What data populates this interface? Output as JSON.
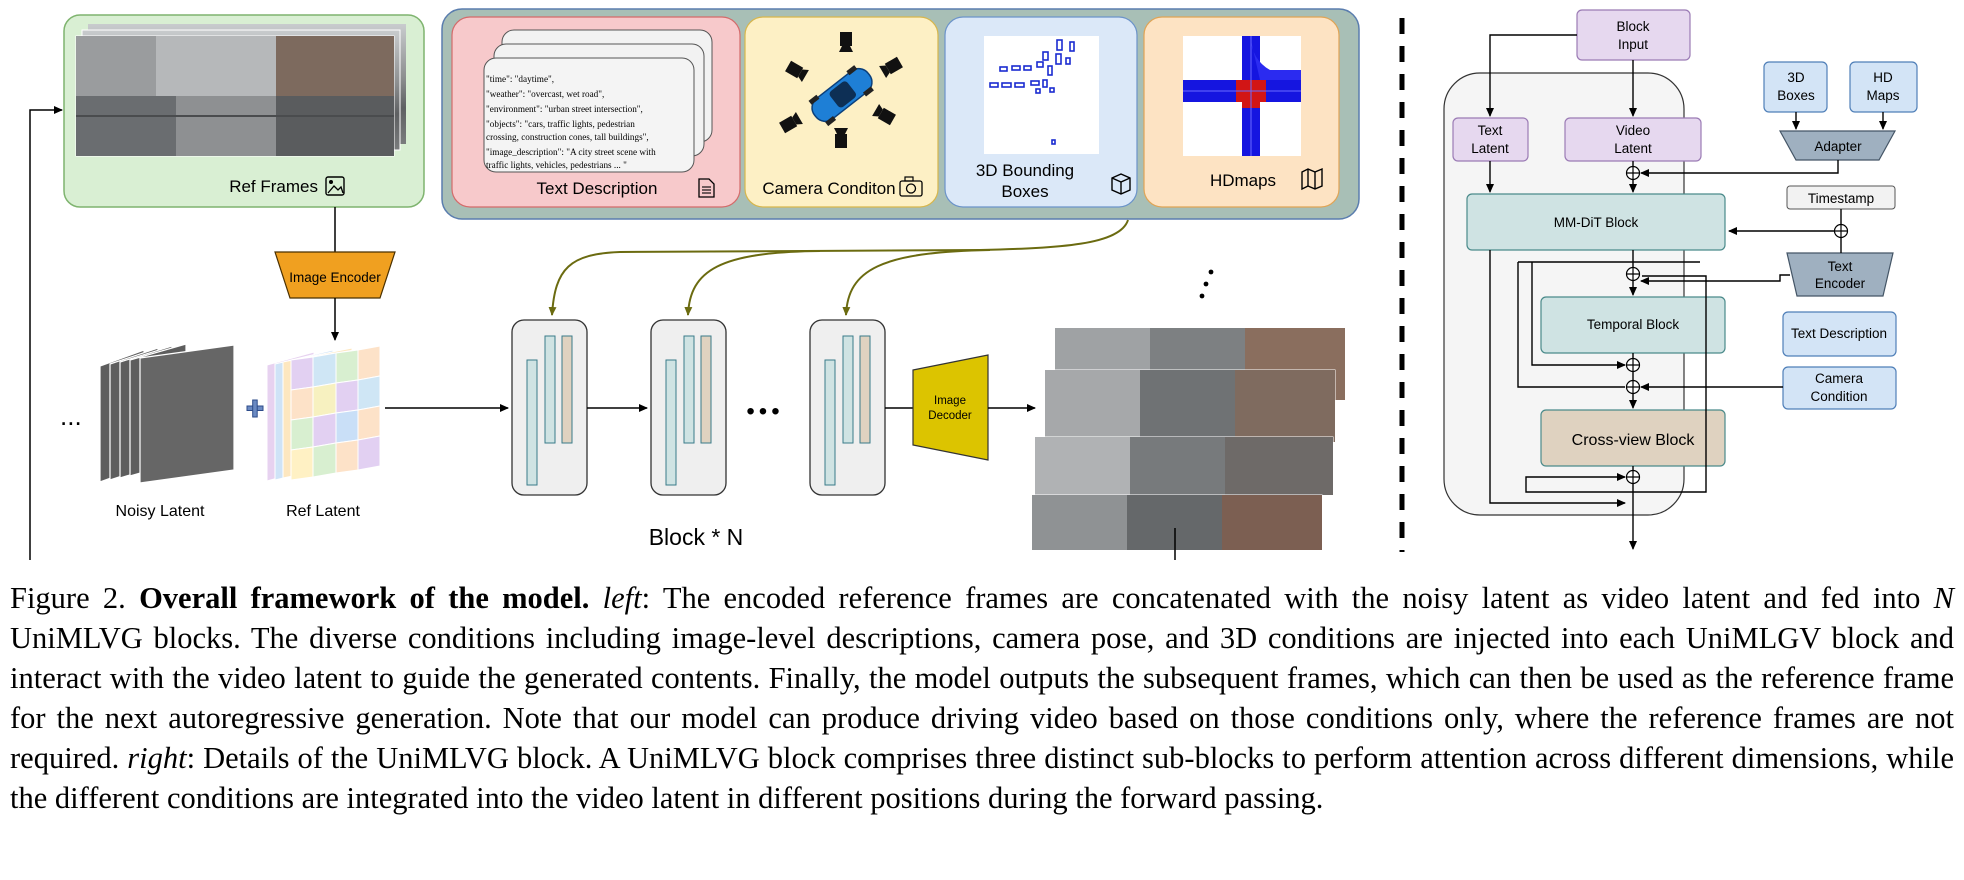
{
  "left": {
    "ref_frames_label": "Ref Frames",
    "text_description": {
      "lines": [
        "\"time\": \"daytime\",",
        "\"weather\": \"overcast, wet road\",",
        "\"environment\": \"urban street intersection\",",
        "\"objects\": \"cars, traffic lights, pedestrian",
        "crossing, construction cones, tall buildings\",",
        "\"image_description\": \"A city street scene with",
        "traffic lights, vehicles, pedestrians ... \""
      ],
      "label": "Text Description"
    },
    "camera_label": "Camera Conditon",
    "boxes_label": [
      "3D Bounding",
      "Boxes"
    ],
    "hdmaps_label": "HDmaps",
    "image_encoder": "Image Encoder",
    "image_decoder": [
      "Image",
      "Decoder"
    ],
    "noisy_latent_label": "Noisy Latent",
    "ref_latent_label": "Ref Latent",
    "block_n_label": "Block  *  N",
    "left_dots": "...",
    "mid_dots": "•••"
  },
  "right": {
    "block_input": [
      "Block",
      "Input"
    ],
    "text_latent": [
      "Text",
      "Latent"
    ],
    "video_latent": [
      "Video",
      "Latent"
    ],
    "boxes_3d": [
      "3D",
      "Boxes"
    ],
    "hd_maps": [
      "HD",
      "Maps"
    ],
    "adapter": "Adapter",
    "timestamp": "Timestamp",
    "mmdit": "MM-DiT  Block",
    "text_encoder": [
      "Text",
      "Encoder"
    ],
    "temporal": "Temporal Block",
    "text_description": "Text Description",
    "camera_condition": [
      "Camera",
      "Condition"
    ],
    "crossview": "Cross-view Block"
  },
  "caption": {
    "figure_label": "Figure 2.",
    "title": "Overall framework of the model.",
    "left_tag": "left",
    "part1": ": The encoded reference frames are concatenated with the noisy latent as video latent and fed into ",
    "N": "N",
    "part2": " UniMLVG blocks. The diverse conditions including image-level descriptions, camera pose, and 3D conditions are injected into each UniMLGV block and interact with the video latent to guide the generated contents. Finally, the model outputs the subsequent frames, which can then be used as the reference frame for the next autoregressive generation. Note that our model can produce driving video based on those conditions only, where the reference frames are not required. ",
    "right_tag": "right",
    "part3": ": Details of the UniMLVG block. A UniMLVG block comprises three distinct sub-blocks to perform attention across different dimensions, while the different conditions are integrated into the video latent in different positions during the forward passing."
  },
  "colors": {
    "ref_green": "#d9efd3",
    "cond_panel": "#a8bfb6",
    "text_pink": "#f7c9cb",
    "camera_yellow": "#fdf0c5",
    "boxes_blue": "#dbe8f8",
    "hdmap_peach": "#fde3c3",
    "encoder_orange": "#f0a020",
    "decoder_yellow": "#dcc400",
    "olive_arrow": "#6b6b10",
    "purple_box": "#e6d8ef",
    "blue_box": "#d3e4f6",
    "teal_box": "#cfe3e3",
    "tan_box": "#dfd2c0",
    "slate_trap": "#9fb0c0"
  }
}
